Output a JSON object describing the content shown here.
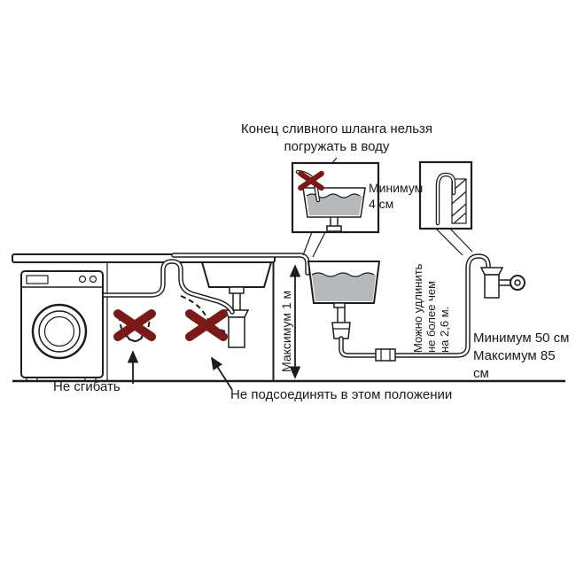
{
  "diagram": {
    "caption": {
      "line1": "Конец сливного шланга нельзя",
      "line2": "погружать в воду"
    },
    "labels": {
      "min_hook": {
        "line1": "Минимум",
        "line2": "4 см"
      },
      "max_height": "Максимум 1 м",
      "extension": {
        "line1": "Можно удлинить",
        "line2": "не более чем",
        "line3": "на 2,6 м."
      },
      "standpipe_min": "Минимум 50 см",
      "standpipe_max": "Максимум 85 см",
      "no_bend": "Не сгибать",
      "no_connect": "Не подсоединять в этом положении"
    },
    "colors": {
      "line": "#1d1d1b",
      "x_mark": "#7a1a17",
      "water": "#b6b9bb"
    }
  }
}
